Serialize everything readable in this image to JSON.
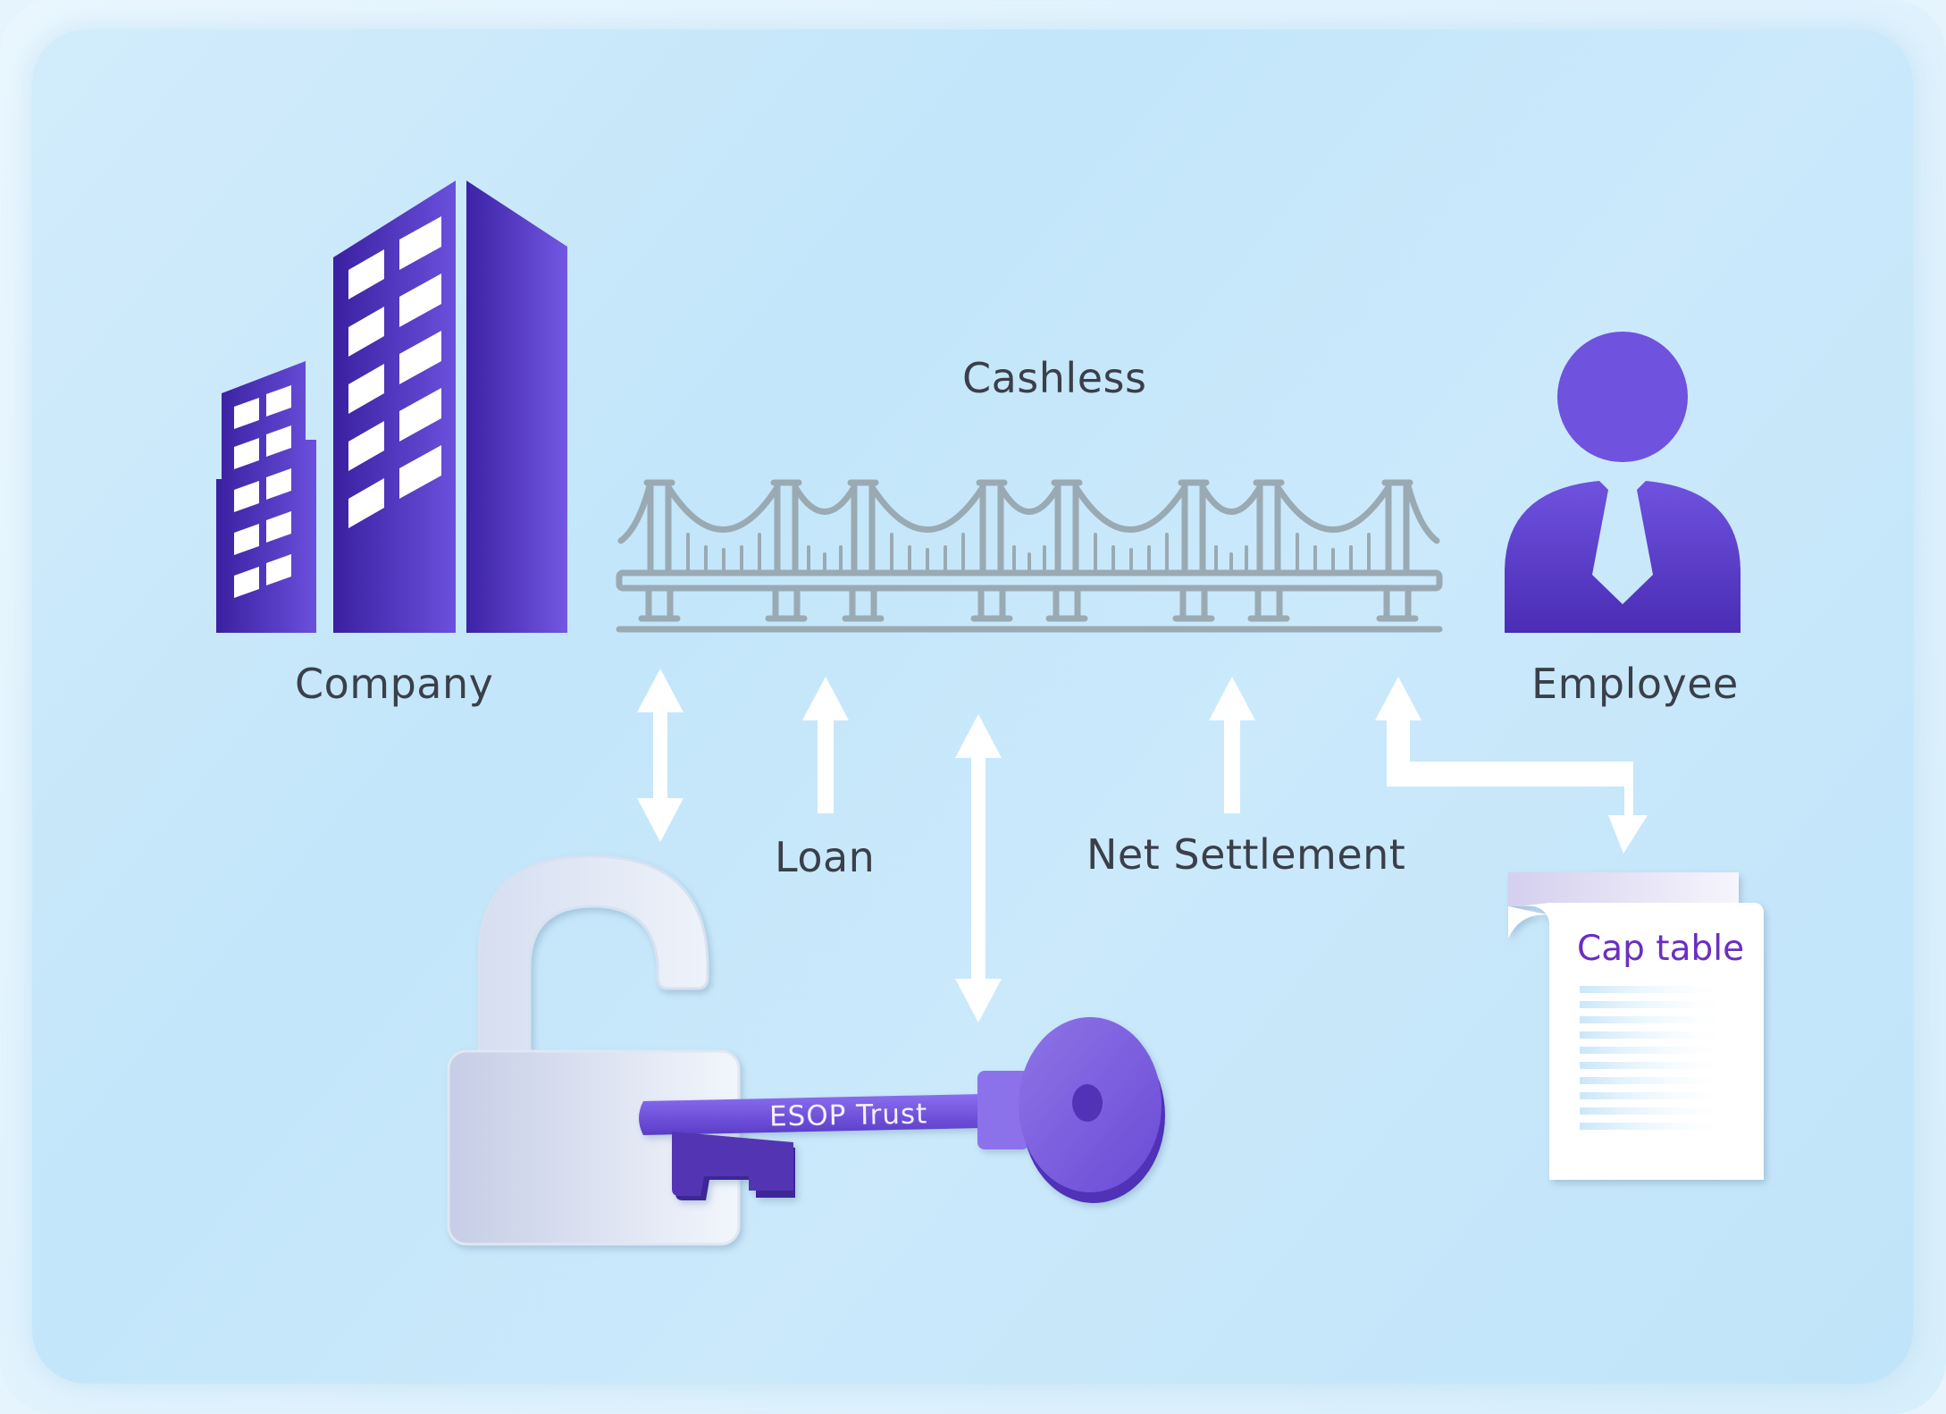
{
  "nodes": {
    "company": "Company",
    "employee": "Employee",
    "bridge": "Cashless",
    "lock_key": "ESOP Trust",
    "document": "Cap table"
  },
  "edges": {
    "loan": "Loan",
    "net_settlement": "Net Settlement"
  },
  "colors": {
    "background": "#c6e7fa",
    "purple_dark": "#3d22a6",
    "purple_light": "#6f52de",
    "bridge_gray": "#9aaab3",
    "arrow": "#ffffff",
    "text": "#3a3f4a",
    "cap_table_text": "#6a2fc2"
  },
  "icons": [
    "building-icon",
    "person-icon",
    "bridge-icon",
    "padlock-icon",
    "key-icon",
    "document-icon"
  ]
}
